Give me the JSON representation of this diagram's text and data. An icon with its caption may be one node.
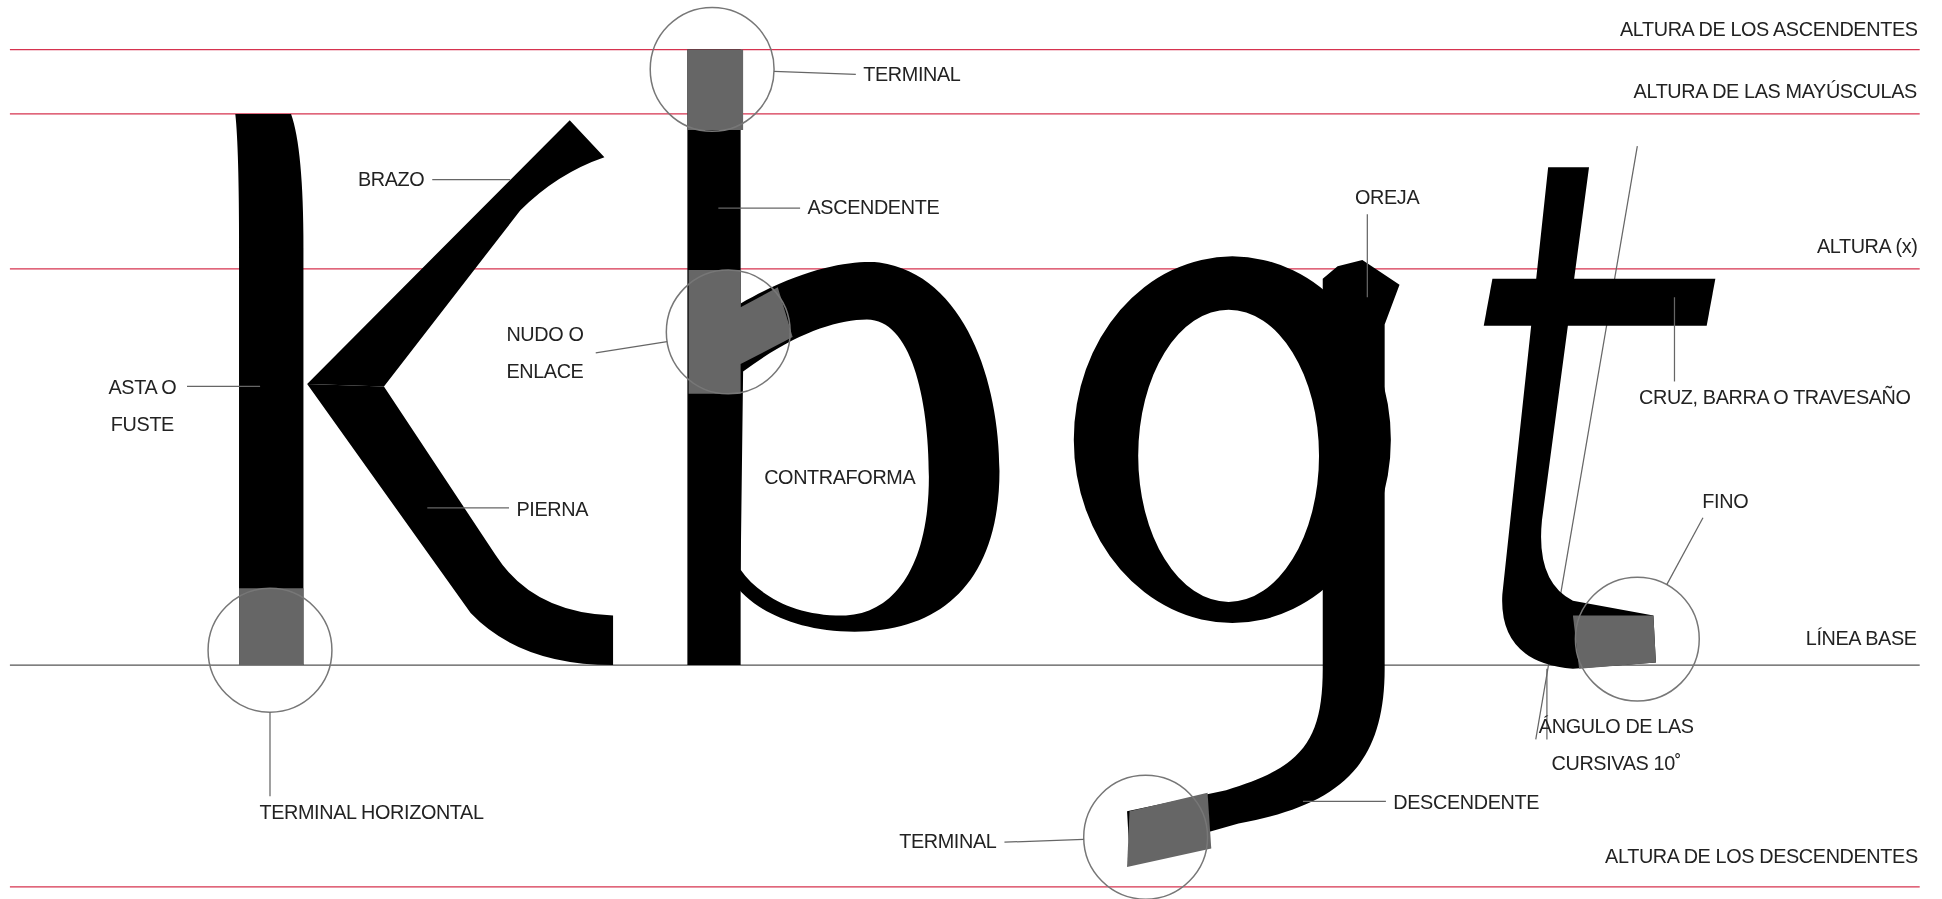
{
  "diagram": {
    "nodes": [
      {
        "text": [
          "TERMINAL"
        ]
      },
      {
        "text": [],
        "shape": "circle"
      },
      {
        "text": [
          "BRAZO"
        ]
      },
      {
        "text": [
          "ASCENDENTE"
        ]
      },
      {
        "text": [
          "OREJA"
        ]
      },
      {
        "text": [
          "NUDO O ENLACE"
        ]
      },
      {
        "text": [],
        "shape": "circle"
      },
      {
        "text": [
          "ASTA O FUSTE"
        ]
      },
      {
        "text": [
          "CRUZ, BARRA O TRAVESAÑO"
        ]
      },
      {
        "text": [
          "PIERNA"
        ]
      },
      {
        "text": [
          "FINO"
        ]
      },
      {
        "text": [],
        "shape": "circle"
      },
      {
        "text": [],
        "shape": "circle"
      },
      {
        "text": [
          "TERMINAL HORIZONTAL"
        ]
      },
      {
        "text": [
          "DESCENDENTE"
        ]
      },
      {
        "text": [],
        "shape": "circle"
      },
      {
        "text": [
          "TERMINAL"
        ]
      }
    ],
    "edges": [
      {
        "from": 0,
        "to": 1,
        "arrow": "none"
      },
      {
        "from": 2,
        "to": null,
        "arrow": "none"
      },
      {
        "from": 3,
        "to": null,
        "arrow": "none"
      },
      {
        "from": 4,
        "to": null,
        "arrow": "none"
      },
      {
        "from": 5,
        "to": 6,
        "arrow": "none"
      },
      {
        "from": 7,
        "to": null,
        "arrow": "none"
      },
      {
        "from": 8,
        "to": null,
        "arrow": "none"
      },
      {
        "from": 9,
        "to": null,
        "arrow": "none"
      },
      {
        "from": 10,
        "to": 11,
        "arrow": "none"
      },
      {
        "from": 13,
        "to": 12,
        "arrow": "none"
      },
      {
        "from": 14,
        "to": null,
        "arrow": "none"
      },
      {
        "from": 16,
        "to": 15,
        "arrow": "none"
      }
    ],
    "labels": [
      "ALTURA DE LOS ASCENDENTES",
      "ALTURA DE LAS MAYÚSCULAS",
      "ALTURA (x)",
      "CONTRAFORMA",
      "LÍNEA BASE",
      "ÁNGULO DE LAS CURSIVAS 10˚",
      "ALTURA DE LOS DESCENDENTES"
    ]
  }
}
